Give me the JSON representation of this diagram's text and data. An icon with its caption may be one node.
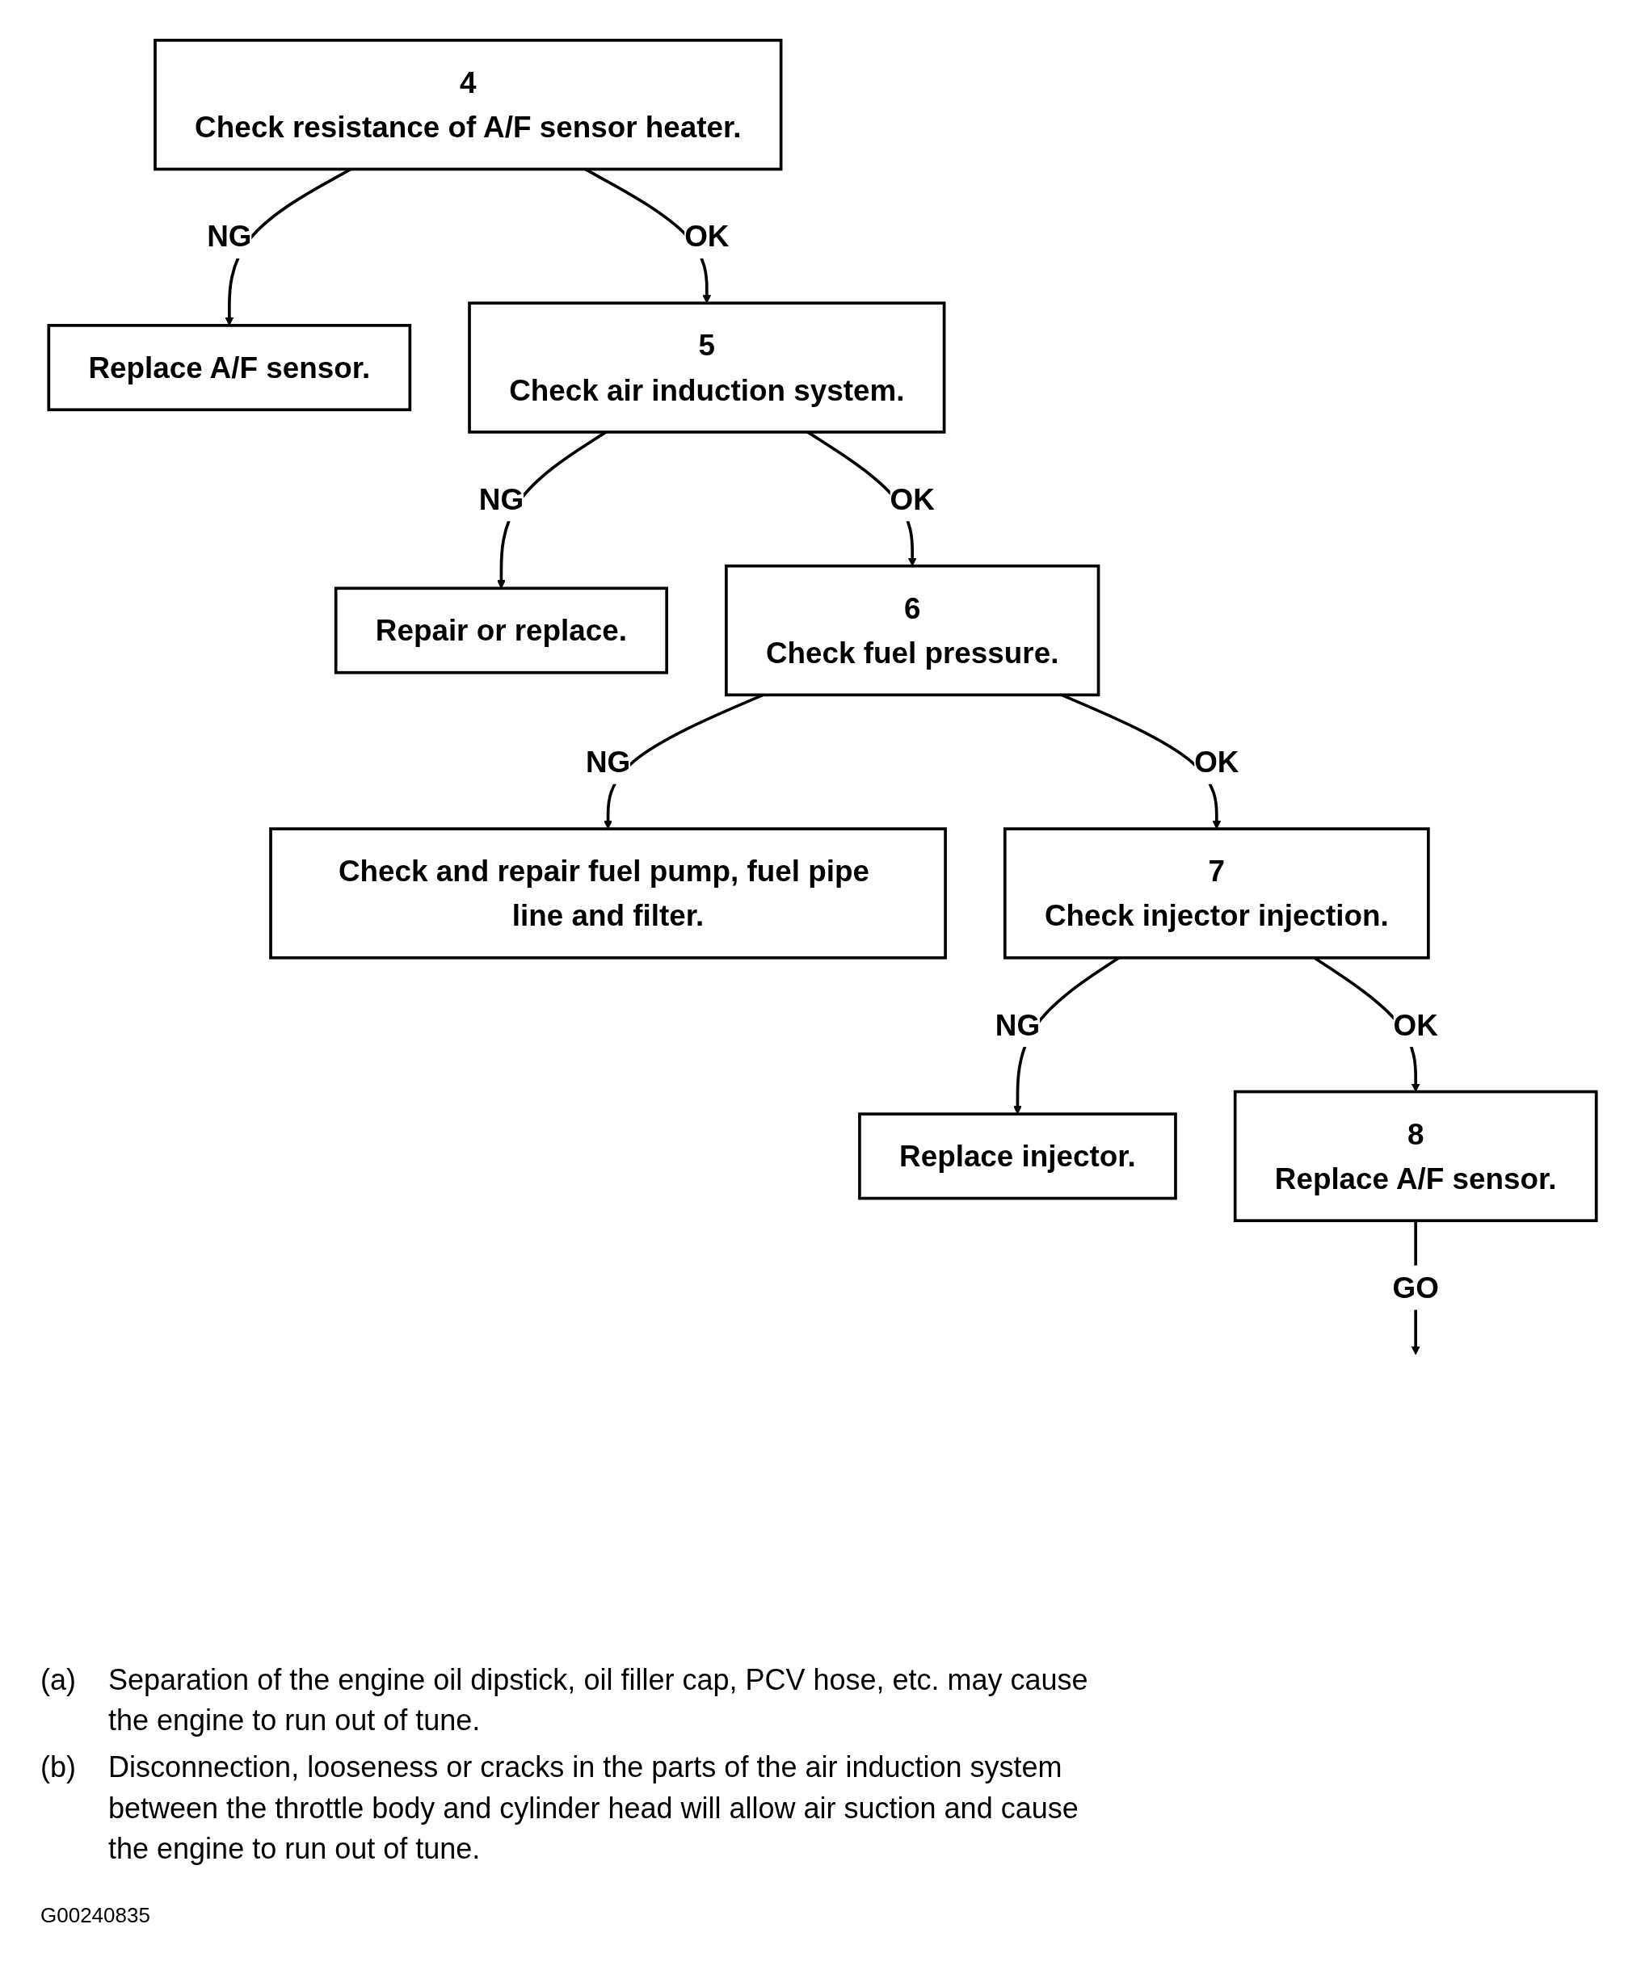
{
  "diagram": {
    "nodes": [
      {
        "text": [
          "4",
          "Check resistance of A/F sensor heater."
        ]
      },
      {
        "text": [
          "Replace A/F sensor."
        ]
      },
      {
        "text": [
          "5",
          "Check air induction system."
        ]
      },
      {
        "text": [
          "Repair or replace."
        ]
      },
      {
        "text": [
          "6",
          "Check fuel pressure."
        ]
      },
      {
        "text": [
          "Check and repair fuel pump, fuel pipe line and filter."
        ]
      },
      {
        "text": [
          "7",
          "Check injector injection."
        ]
      },
      {
        "text": [
          "Replace injector."
        ]
      },
      {
        "text": [
          "8",
          "Replace A/F sensor."
        ]
      }
    ],
    "edges": [
      {
        "from": 0,
        "to": 2,
        "arrow": "to",
        "label": "OK"
      },
      {
        "from": 0,
        "to": 1,
        "arrow": "to",
        "label": "NG"
      },
      {
        "from": 2,
        "to": 3,
        "arrow": "to",
        "label": "NG"
      },
      {
        "from": 2,
        "to": 4,
        "arrow": "to",
        "label": "OK"
      },
      {
        "from": 4,
        "to": 6,
        "arrow": "to",
        "label": "OK"
      },
      {
        "from": 4,
        "to": 5,
        "arrow": "to",
        "label": "NG"
      },
      {
        "from": 6,
        "to": 8,
        "arrow": "to",
        "label": "OK"
      },
      {
        "from": 6,
        "to": 7,
        "arrow": "to",
        "label": "NG"
      },
      {
        "from": 8,
        "to": null,
        "arrow": "to",
        "label": "GO"
      }
    ],
    "labels": [
      "(a)",
      "Separation of the engine oil dipstick, oil filler cap, PCV hose, etc. may cause the engine to run out of tune.",
      "(b)",
      "Disconnection, looseness or cracks in the parts of the air induction system between the throttle body and cylinder head will allow air suction and cause the engine to run out of tune.",
      "G00240835"
    ]
  }
}
